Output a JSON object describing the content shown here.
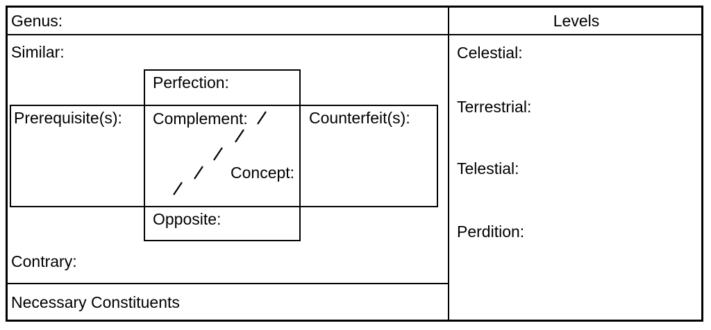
{
  "colors": {
    "background": "#ffffff",
    "line": "#000000",
    "text": "#000000"
  },
  "left_panel": {
    "genus_label": "Genus:",
    "similar_label": "Similar:",
    "prerequisites_label": "Prerequisite(s):",
    "perfection_label": "Perfection:",
    "complement_label": "Complement:",
    "concept_label": "Concept:",
    "opposite_label": "Opposite:",
    "counterfeits_label": "Counterfeit(s):",
    "contrary_label": "Contrary:",
    "necessary_label": "Necessary Constituents"
  },
  "right_panel": {
    "header": "Levels",
    "items": [
      {
        "label": "Celestial:"
      },
      {
        "label": "Terrestrial:"
      },
      {
        "label": "Telestial:"
      },
      {
        "label": "Perdition:"
      }
    ]
  }
}
